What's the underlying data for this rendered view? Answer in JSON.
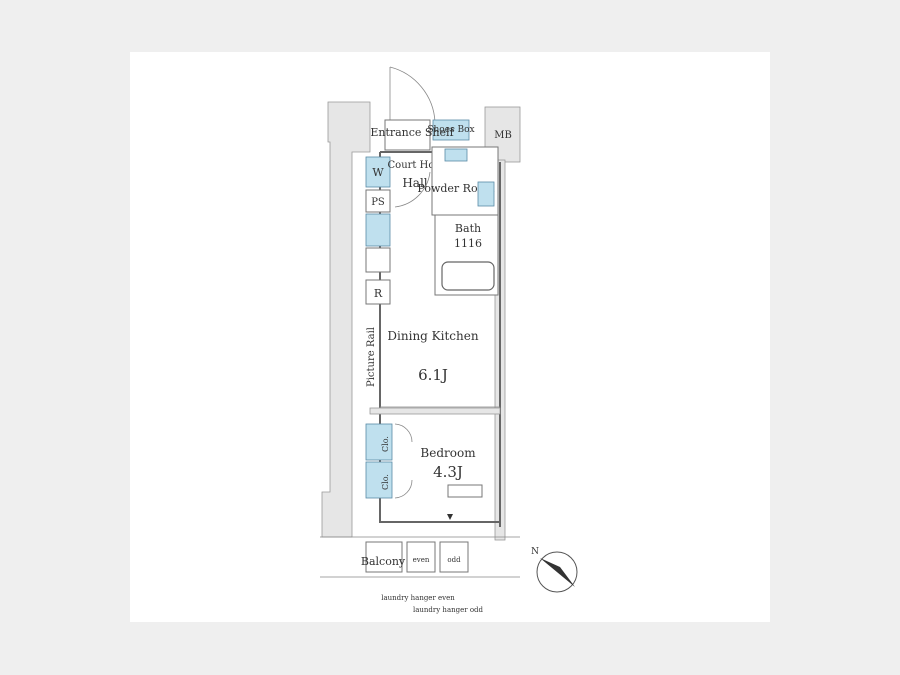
{
  "labels": {
    "entrance_shelf": "Entrance Shelf",
    "shoes_box": "Shoes Box",
    "mb": "MB",
    "w": "W",
    "court_hook": "Court Hook",
    "hall": "Hall",
    "powder_room": "Powder Room",
    "ps": "PS",
    "bath": "Bath",
    "bath_size": "1116",
    "r": "R",
    "picture_rail": "Picture Rail",
    "dining_kitchen": "Dining Kitchen",
    "dk_size": "6.1J",
    "bedroom": "Bedroom",
    "bedroom_size": "4.3J",
    "clo_1": "Clo.",
    "clo_2": "Clo.",
    "balcony": "Balcony",
    "even": "even",
    "odd": "odd",
    "laundry_even": "laundry hanger even",
    "laundry_odd": "laundry hanger odd",
    "north": "N"
  },
  "colors": {
    "page_bg": "#efefef",
    "card_bg": "#ffffff",
    "fixture_blue": "#bfe0ee",
    "wall_grey": "#e6e6e6",
    "compass_arrow": "#333333"
  }
}
